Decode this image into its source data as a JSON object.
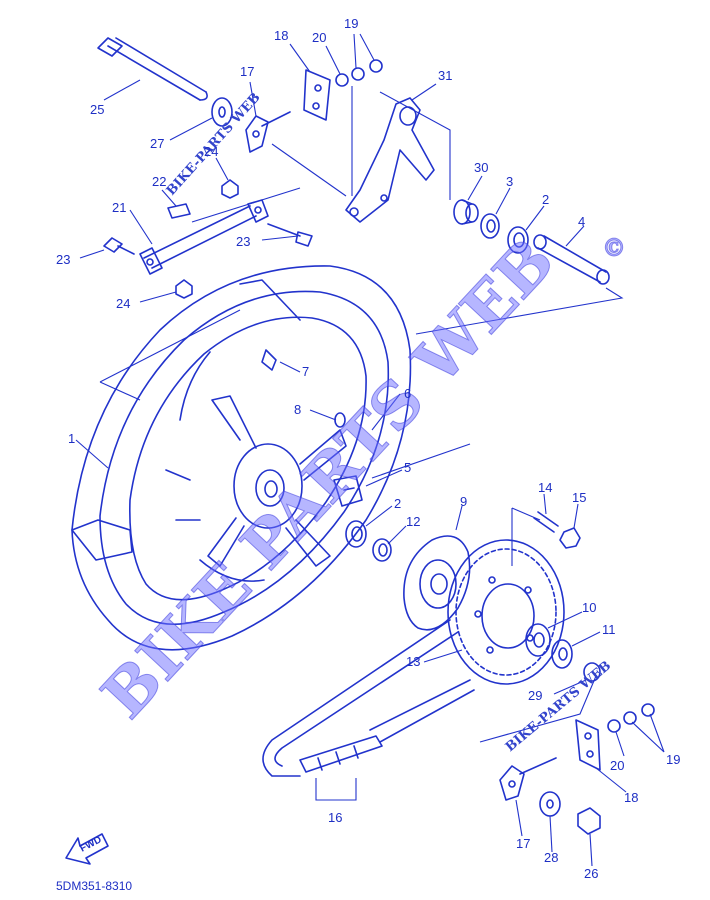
{
  "diagram": {
    "part_code": "5DM351-8310",
    "fwd_label": "FWD",
    "watermark_large": "BIKE PARTS WEB",
    "watermark_copyright": "©",
    "watermark_small": "BIKE-PARTS WEB",
    "callouts": [
      {
        "id": "c1",
        "text": "1"
      },
      {
        "id": "c2a",
        "text": "2"
      },
      {
        "id": "c2b",
        "text": "2"
      },
      {
        "id": "c3",
        "text": "3"
      },
      {
        "id": "c4",
        "text": "4"
      },
      {
        "id": "c5",
        "text": "5"
      },
      {
        "id": "c6",
        "text": "6"
      },
      {
        "id": "c7",
        "text": "7"
      },
      {
        "id": "c8",
        "text": "8"
      },
      {
        "id": "c9",
        "text": "9"
      },
      {
        "id": "c10",
        "text": "10"
      },
      {
        "id": "c11",
        "text": "11"
      },
      {
        "id": "c12",
        "text": "12"
      },
      {
        "id": "c13",
        "text": "13"
      },
      {
        "id": "c14",
        "text": "14"
      },
      {
        "id": "c15",
        "text": "15"
      },
      {
        "id": "c16",
        "text": "16"
      },
      {
        "id": "c17a",
        "text": "17"
      },
      {
        "id": "c17b",
        "text": "17"
      },
      {
        "id": "c18a",
        "text": "18"
      },
      {
        "id": "c18b",
        "text": "18"
      },
      {
        "id": "c19a",
        "text": "19"
      },
      {
        "id": "c19b",
        "text": "19"
      },
      {
        "id": "c20a",
        "text": "20"
      },
      {
        "id": "c20b",
        "text": "20"
      },
      {
        "id": "c21",
        "text": "21"
      },
      {
        "id": "c22",
        "text": "22"
      },
      {
        "id": "c23a",
        "text": "23"
      },
      {
        "id": "c23b",
        "text": "23"
      },
      {
        "id": "c24a",
        "text": "24"
      },
      {
        "id": "c24b",
        "text": "24"
      },
      {
        "id": "c25",
        "text": "25"
      },
      {
        "id": "c26",
        "text": "26"
      },
      {
        "id": "c27",
        "text": "27"
      },
      {
        "id": "c28",
        "text": "28"
      },
      {
        "id": "c29",
        "text": "29"
      },
      {
        "id": "c30",
        "text": "30"
      },
      {
        "id": "c31",
        "text": "31"
      }
    ]
  }
}
